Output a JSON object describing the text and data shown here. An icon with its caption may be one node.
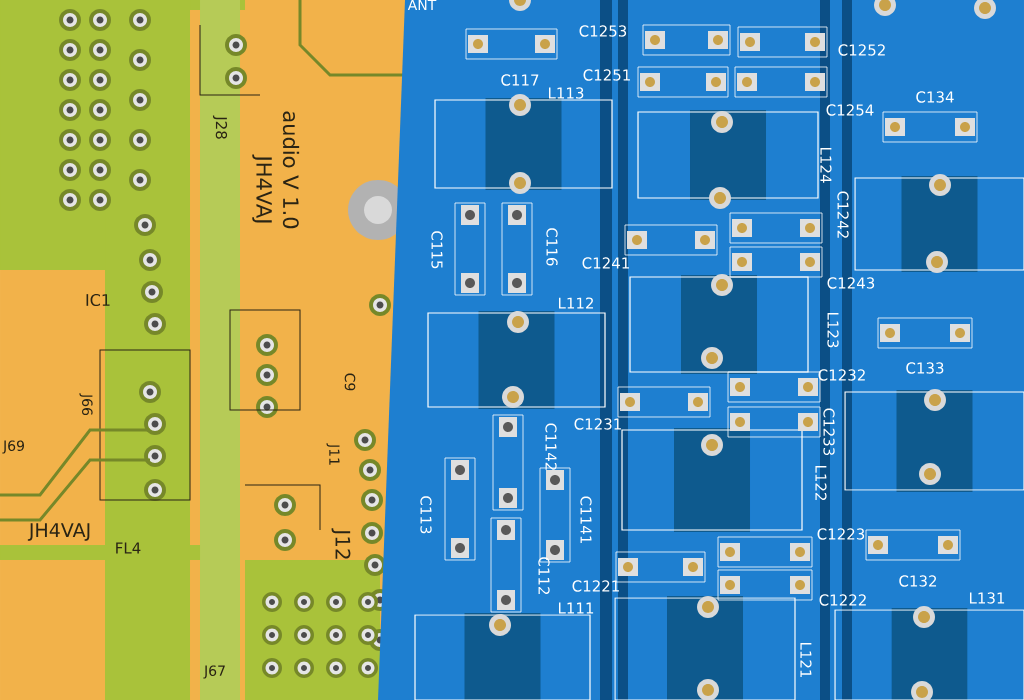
{
  "diagram": {
    "labels": [
      "J28",
      "audio V 1.0",
      "JH4VAJ",
      "IC1",
      "J66",
      "J69",
      "JH4VAJ",
      "FL4",
      "C9",
      "J11",
      "J12",
      "J67",
      "ANT",
      "C1253",
      "C117",
      "C1252",
      "C1251",
      "L113",
      "C1254",
      "C134",
      "L124",
      "C1242",
      "C115",
      "C116",
      "C1241",
      "C1243",
      "L112",
      "L123",
      "C133",
      "C1232",
      "C1231",
      "C1233",
      "C1142",
      "L122",
      "C113",
      "C1141",
      "C1223",
      "C112",
      "C132",
      "C1221",
      "C1222",
      "L111",
      "L131",
      "L121"
    ]
  }
}
